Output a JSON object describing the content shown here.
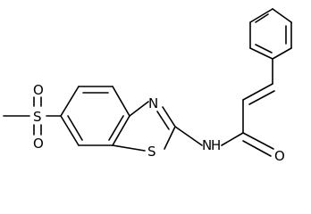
{
  "molecule": {
    "atoms": {
      "o_sulfonyl_top": "O",
      "sulfur_sulfonyl": "S",
      "o_sulfonyl_bottom": "O",
      "nitrogen_ring": "N",
      "sulfur_ring": "S",
      "nitrogen_amide": "N",
      "hydrogen_amide": "H",
      "oxygen_carbonyl": "O"
    }
  }
}
